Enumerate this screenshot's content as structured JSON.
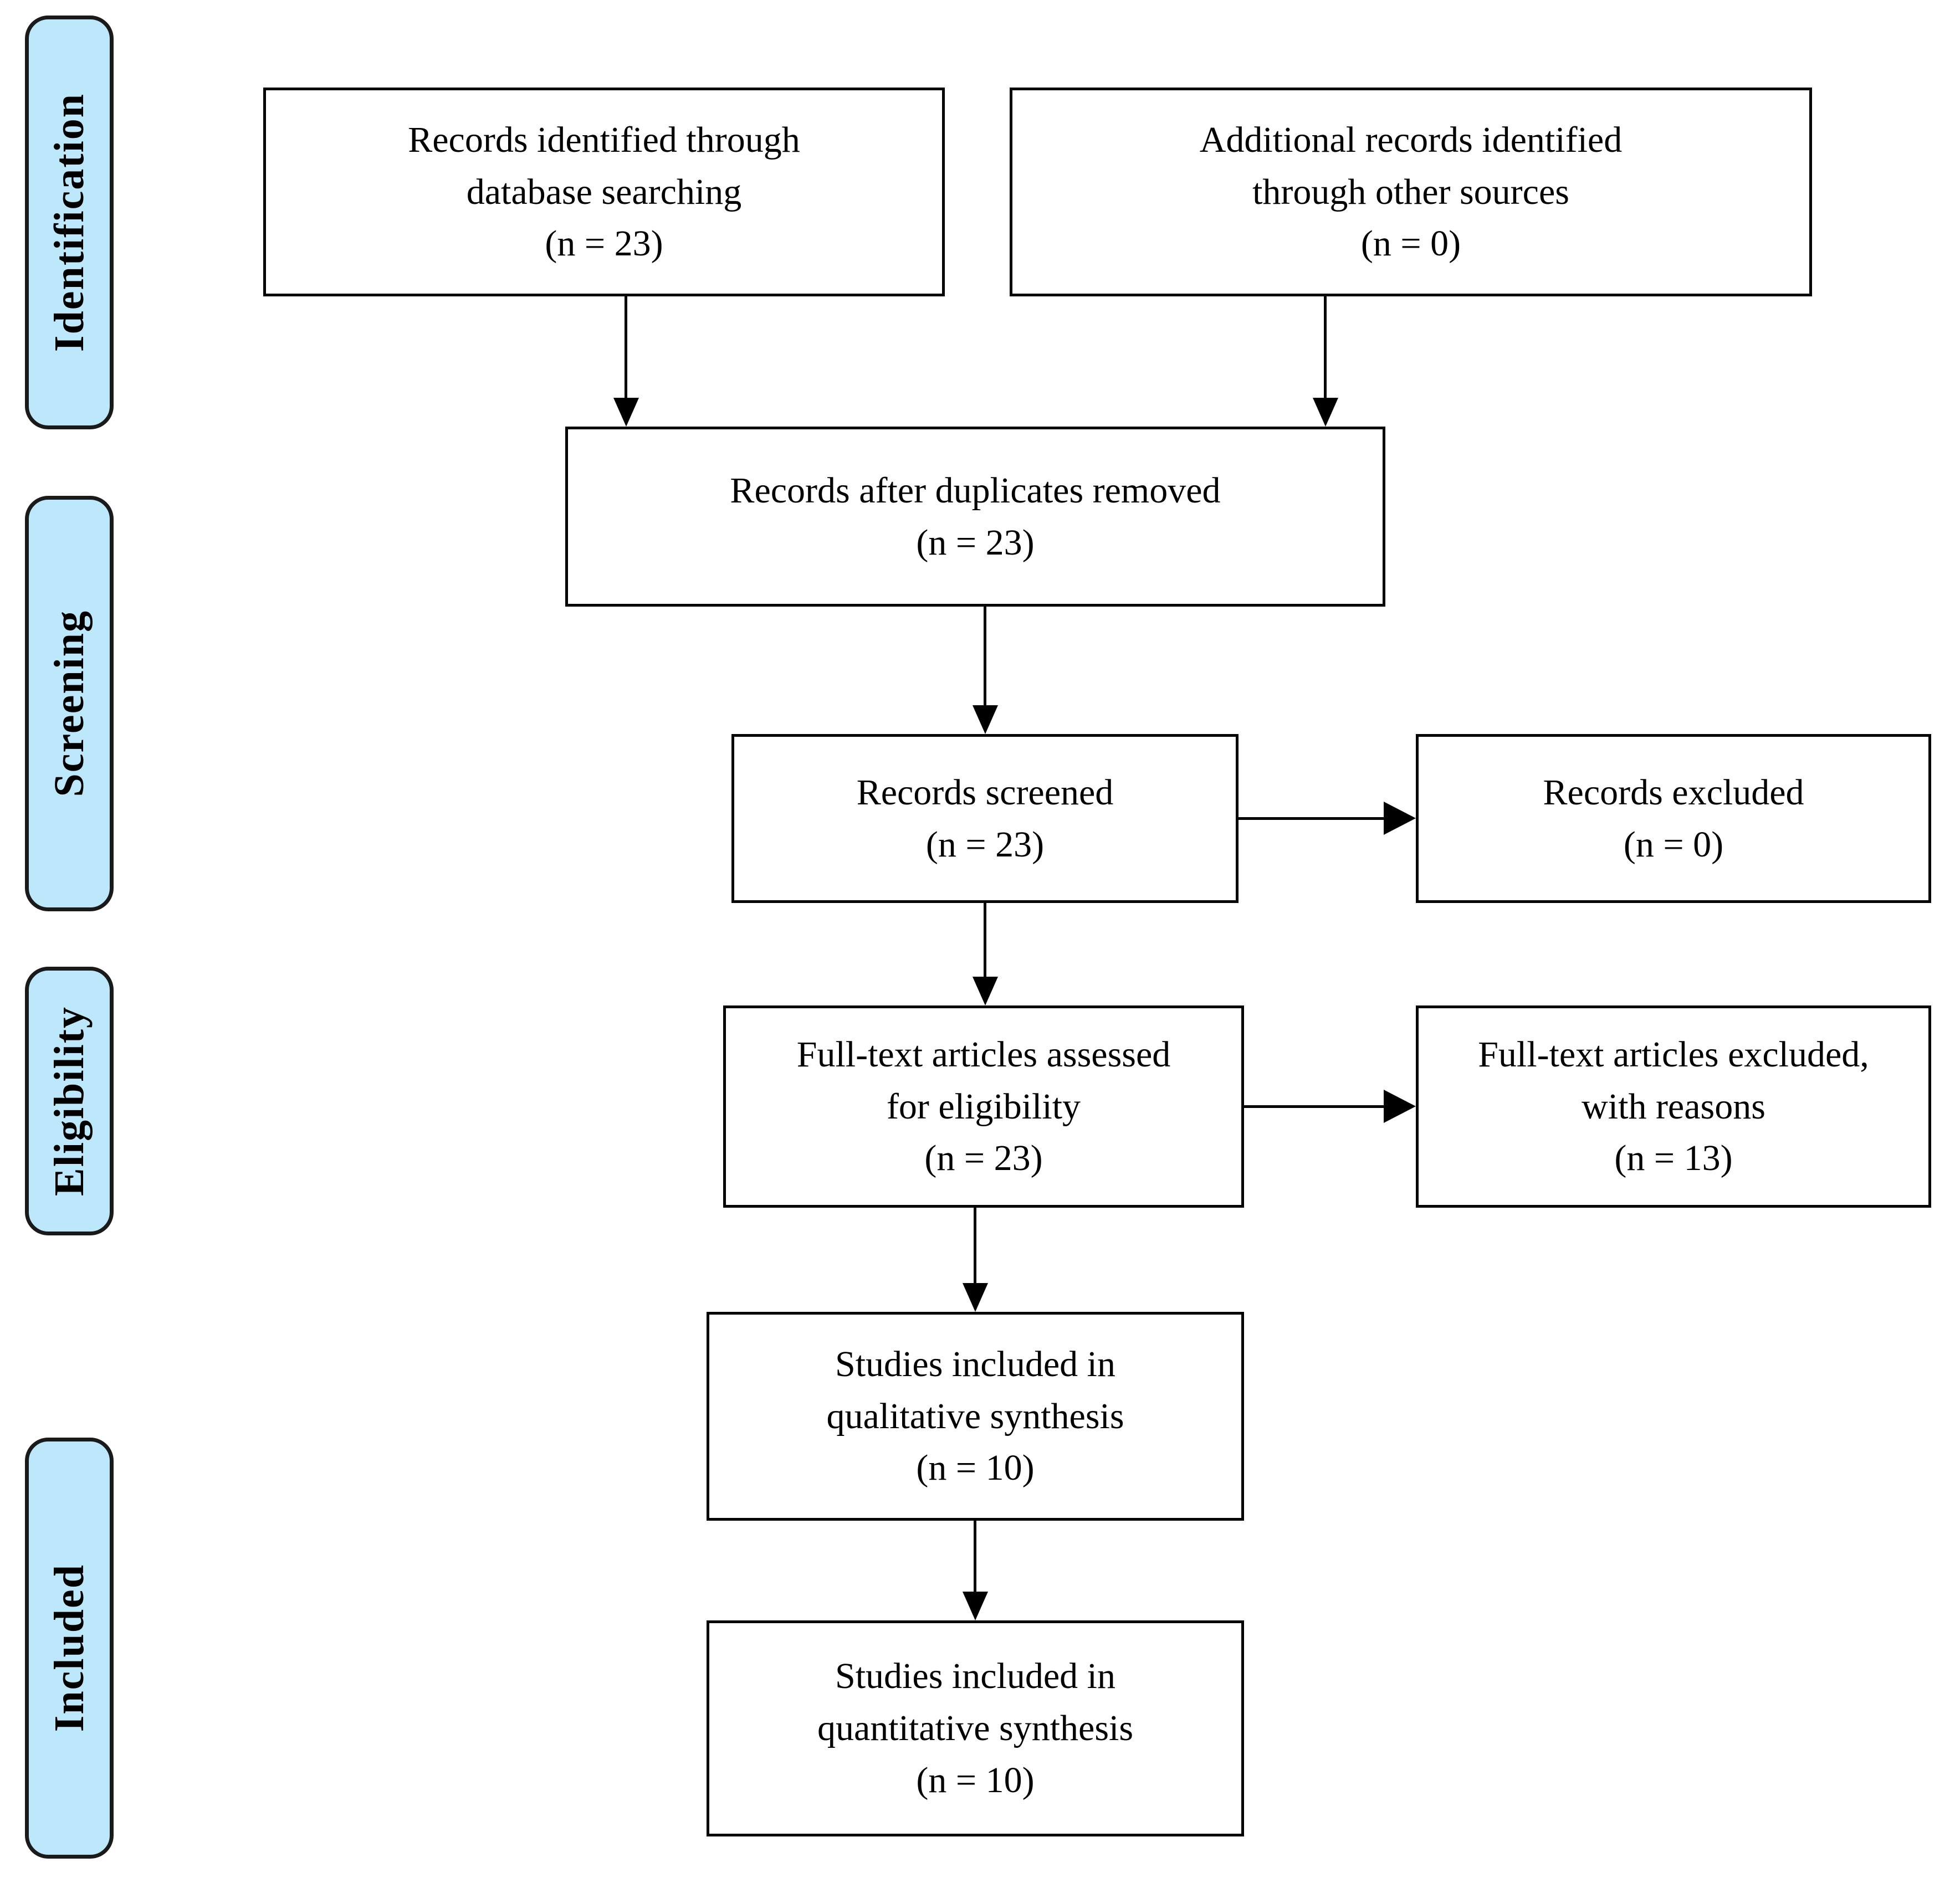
{
  "diagram": {
    "type": "PRISMA flow diagram",
    "stages": [
      {
        "id": "identification",
        "label": "Identification"
      },
      {
        "id": "screening",
        "label": "Screening"
      },
      {
        "id": "eligibility",
        "label": "Eligibility"
      },
      {
        "id": "included",
        "label": "Included"
      }
    ],
    "boxes": [
      {
        "id": "records-identified-database",
        "lines": [
          "Records identified through",
          "database searching",
          "(n = 23)"
        ],
        "line1": "Records identified through",
        "line2": "database searching",
        "count": "(n = 23)",
        "n": 23
      },
      {
        "id": "additional-records-other-sources",
        "lines": [
          "Additional records identified",
          "through other sources",
          "(n = 0)"
        ],
        "line1": "Additional records identified",
        "line2": "through other sources",
        "count": "(n = 0)",
        "n": 0
      },
      {
        "id": "records-after-duplicates-removed",
        "lines": [
          "Records after duplicates removed",
          "(n = 23)"
        ],
        "line1": "Records after duplicates removed",
        "count": "(n = 23)",
        "n": 23
      },
      {
        "id": "records-screened",
        "lines": [
          "Records screened",
          "(n = 23)"
        ],
        "line1": "Records screened",
        "count": "(n = 23)",
        "n": 23
      },
      {
        "id": "records-excluded",
        "lines": [
          "Records excluded",
          "(n = 0)"
        ],
        "line1": "Records excluded",
        "count": "(n = 0)",
        "n": 0
      },
      {
        "id": "fulltext-assessed",
        "lines": [
          "Full-text articles assessed",
          "for eligibility",
          "(n = 23)"
        ],
        "line1": "Full-text articles assessed",
        "line2": "for eligibility",
        "count": "(n = 23)",
        "n": 23
      },
      {
        "id": "fulltext-excluded",
        "lines": [
          "Full-text articles excluded,",
          "with reasons",
          "(n = 13)"
        ],
        "line1": "Full-text articles excluded,",
        "line2": "with reasons",
        "count": "(n = 13)",
        "n": 13
      },
      {
        "id": "qualitative-synthesis",
        "lines": [
          "Studies included in",
          "qualitative synthesis",
          "(n = 10)"
        ],
        "line1": "Studies included in",
        "line2": "qualitative synthesis",
        "count": "(n = 10)",
        "n": 10
      },
      {
        "id": "quantitative-synthesis",
        "lines": [
          "Studies included in",
          "quantitative synthesis",
          "(n = 10)"
        ],
        "line1": "Studies included in",
        "line2": "quantitative synthesis",
        "count": "(n = 10)",
        "n": 10
      }
    ],
    "colors": {
      "stage_band_fill": "#BDE8FB",
      "stage_band_border": "#1a1a1a",
      "box_border": "#000000",
      "connector": "#000000",
      "background": "#ffffff",
      "text": "#000000"
    }
  }
}
